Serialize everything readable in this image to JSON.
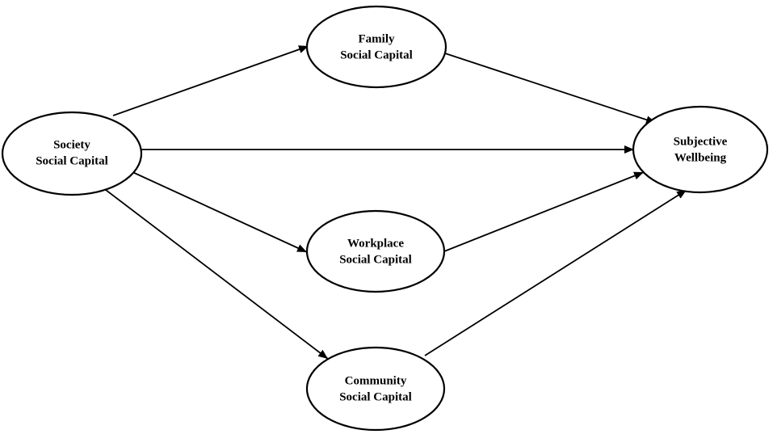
{
  "nodes": [
    {
      "id": "society",
      "line1": "Society",
      "line2": "Social Capital"
    },
    {
      "id": "family",
      "line1": "Family",
      "line2": "Social Capital"
    },
    {
      "id": "workplace",
      "line1": "Workplace",
      "line2": "Social Capital"
    },
    {
      "id": "community",
      "line1": "Community",
      "line2": "Social Capital"
    },
    {
      "id": "wellbeing",
      "line1": "Subjective",
      "line2": "Wellbeing"
    }
  ],
  "edges": [
    {
      "from": "society",
      "to": "family"
    },
    {
      "from": "society",
      "to": "wellbeing"
    },
    {
      "from": "society",
      "to": "workplace"
    },
    {
      "from": "society",
      "to": "community"
    },
    {
      "from": "family",
      "to": "wellbeing"
    },
    {
      "from": "workplace",
      "to": "wellbeing"
    },
    {
      "from": "community",
      "to": "wellbeing"
    }
  ]
}
